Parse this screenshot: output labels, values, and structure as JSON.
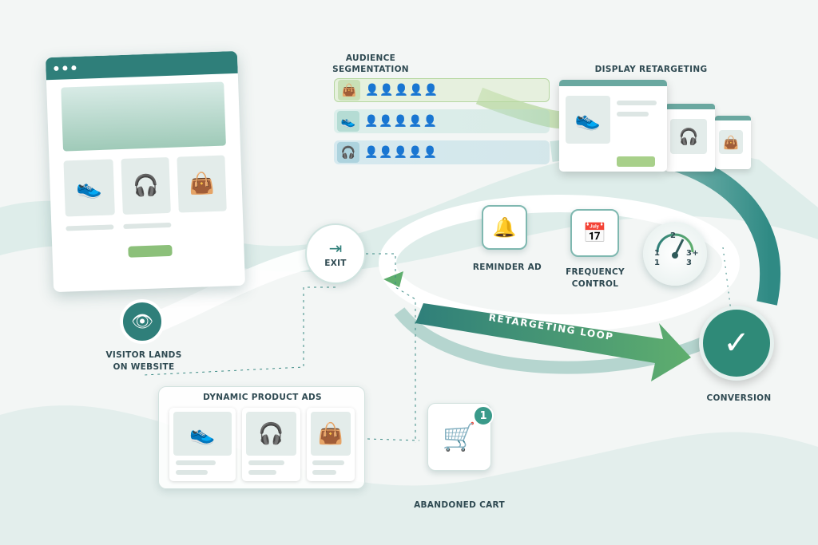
{
  "visitor": {
    "label_line1": "VISITOR LANDS",
    "label_line2": "ON WEBSITE",
    "icon": "eye-icon"
  },
  "exit": {
    "label": "EXIT",
    "icon": "exit-door-icon"
  },
  "audience": {
    "title_line1": "AUDIENCE",
    "title_line2": "SEGMENTATION",
    "segments": [
      {
        "icon": "shopping-bag-icon",
        "color": "#8cc07a"
      },
      {
        "icon": "sneaker-icon",
        "color": "#3f9a90"
      },
      {
        "icon": "headphones-icon",
        "color": "#3a8aa0"
      }
    ]
  },
  "display": {
    "title": "DISPLAY RETARGETING"
  },
  "reminder": {
    "label": "REMINDER AD",
    "icon": "bell-icon"
  },
  "frequency": {
    "label_line1": "FREQUENCY",
    "label_line2": "CONTROL",
    "icon": "calendar-icon"
  },
  "gauge": {
    "labels": [
      "2",
      "1",
      "3+",
      "1",
      "3"
    ]
  },
  "loop": {
    "label": "RETARGETING LOOP"
  },
  "conversion": {
    "label": "CONVERSION",
    "icon": "check-icon"
  },
  "dynamic": {
    "title": "DYNAMIC PRODUCT ADS"
  },
  "cart": {
    "label": "ABANDONED CART",
    "badge": "1",
    "icon": "cart-icon"
  },
  "colors": {
    "teal": "#2f7f7a",
    "green": "#5fae6e",
    "light": "#e3ecea"
  }
}
